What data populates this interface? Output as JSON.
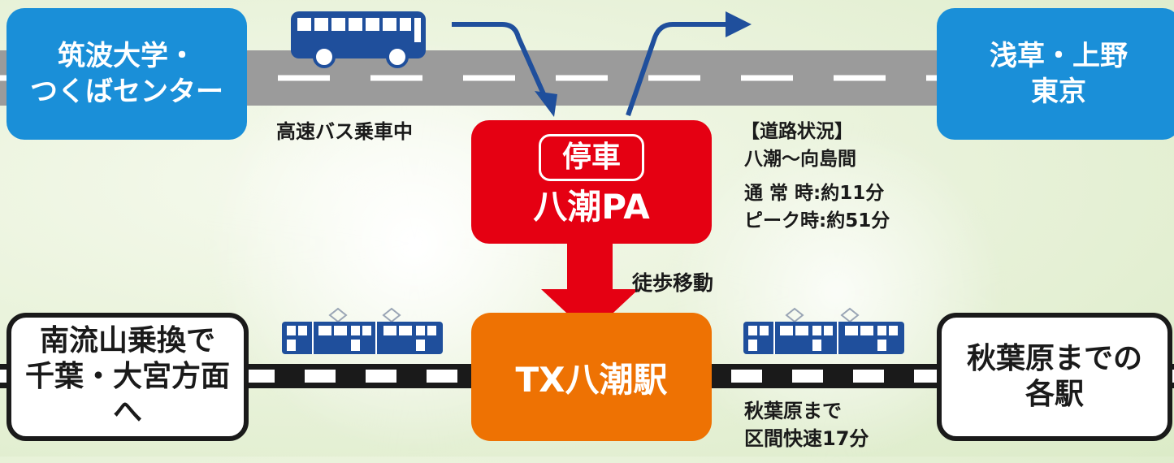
{
  "origin": {
    "lines": [
      "筑波大学・",
      "つくばセンター"
    ]
  },
  "destination": {
    "lines": [
      "浅草・上野",
      "東京"
    ]
  },
  "bus_label": "高速バス乗車中",
  "parking_area": {
    "stop_label": "停車",
    "name": "八潮PA"
  },
  "road_status": {
    "title": "【道路状況】",
    "section": "八潮〜向島間",
    "normal": "通 常 時:約11分",
    "peak": "ピーク時:約51分"
  },
  "walk_label": "徒歩移動",
  "station": {
    "name": "TX八潮駅"
  },
  "transfer": {
    "lines": [
      "南流山乗換で",
      "千葉・大宮方面へ"
    ]
  },
  "akihabara": {
    "lines": [
      "秋葉原までの",
      "各駅"
    ]
  },
  "rapid_info": {
    "line1": "秋葉原まで",
    "line2": "区間快速17分"
  },
  "colors": {
    "origin_box": "#1a8fd8",
    "road": "#9b9b9b",
    "bus": "#1f4f9c",
    "arrow_blue": "#1f4f9c",
    "pa_box": "#e50012",
    "station_box": "#ee7203",
    "rail": "#1a1a1a",
    "train": "#1f4f9c"
  }
}
